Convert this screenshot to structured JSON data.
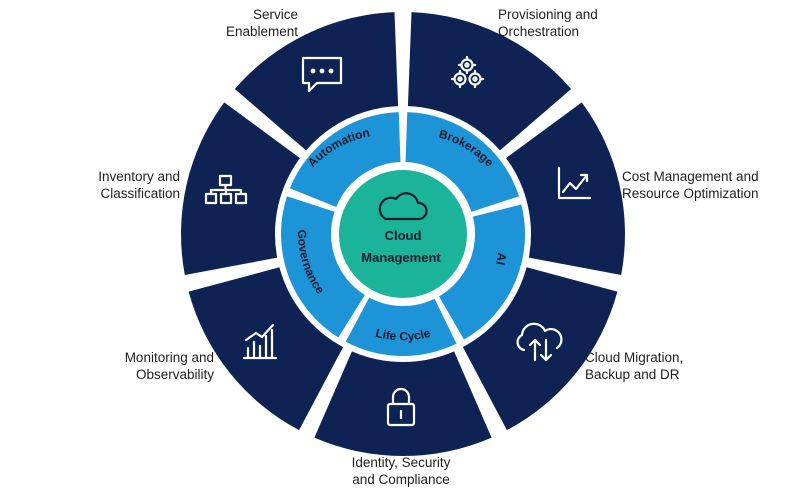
{
  "center": {
    "line1": "Cloud",
    "line2": "Management"
  },
  "inner_ring": {
    "automation": "Automation",
    "brokerage": "Brokerage",
    "ai": "AI",
    "life_cycle": "Life Cycle",
    "governance": "Governance"
  },
  "segments": [
    {
      "key": "provisioning",
      "label_lines": [
        "Provisioning and",
        "Orchestration"
      ],
      "icon": "gears-icon"
    },
    {
      "key": "cost",
      "label_lines": [
        "Cost Management and",
        "Resource Optimization"
      ],
      "icon": "line-chart-icon"
    },
    {
      "key": "migration",
      "label_lines": [
        "Cloud Migration,",
        "Backup and DR"
      ],
      "icon": "cloud-sync-icon"
    },
    {
      "key": "identity",
      "label_lines": [
        "Identity, Security",
        "and Compliance"
      ],
      "icon": "padlock-icon"
    },
    {
      "key": "monitoring",
      "label_lines": [
        "Monitoring and",
        "Observability"
      ],
      "icon": "bar-chart-icon"
    },
    {
      "key": "inventory",
      "label_lines": [
        "Inventory and",
        "Classification"
      ],
      "icon": "org-chart-icon"
    },
    {
      "key": "service",
      "label_lines": [
        "Service",
        "Enablement"
      ],
      "icon": "chat-bubble-icon"
    }
  ],
  "colors": {
    "outer_ring": "#0e2354",
    "inner_ring": "#1d93d8",
    "center": "#1bb39a",
    "gap": "#ffffff",
    "text": "#1f1f1f"
  }
}
